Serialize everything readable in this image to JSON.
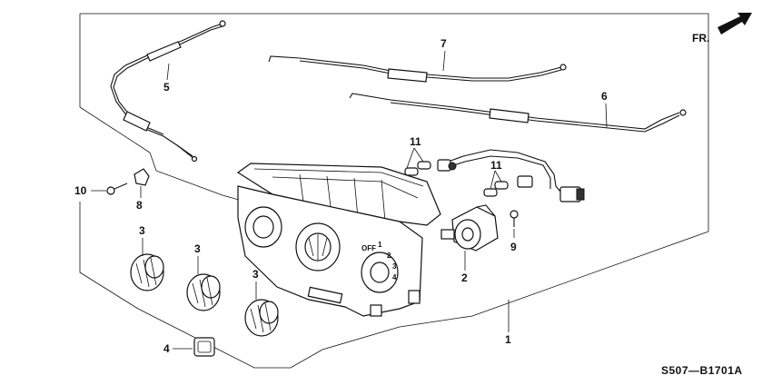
{
  "diagram": {
    "direction_label": "FR.",
    "drawing_code": "S507—B1701A",
    "callouts": {
      "c1": "1",
      "c2": "2",
      "c3a": "3",
      "c3b": "3",
      "c3c": "3",
      "c4": "4",
      "c5": "5",
      "c6": "6",
      "c7": "7",
      "c8": "8",
      "c9": "9",
      "c10": "10",
      "c11a": "11",
      "c11b": "11"
    },
    "panel_markings": {
      "off": "OFF",
      "n1": "1",
      "n2": "2",
      "n3": "3",
      "n4": "4"
    }
  }
}
